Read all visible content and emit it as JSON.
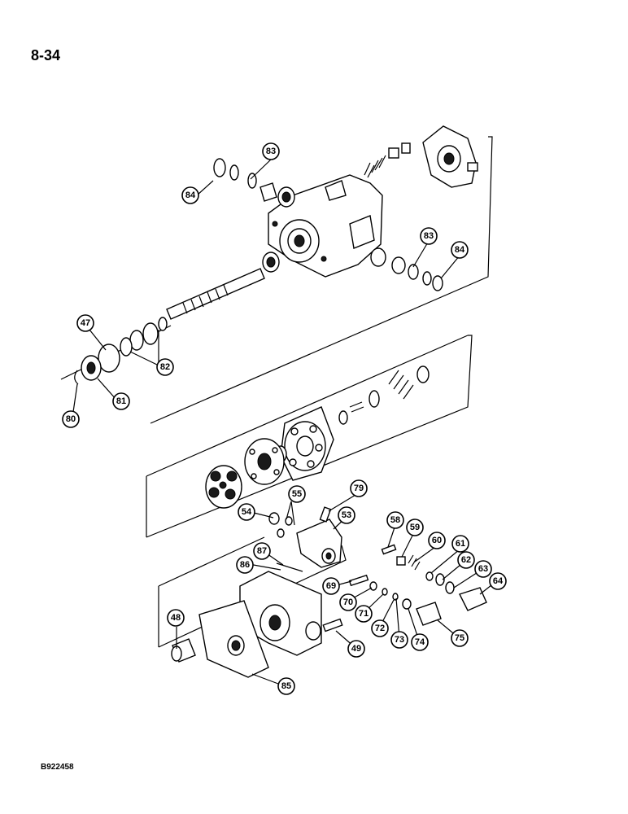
{
  "page": {
    "number": "8-34",
    "figure_code": "B922458"
  },
  "callouts": {
    "c83a": "83",
    "c84a": "84",
    "c83b": "83",
    "c84b": "84",
    "c47": "47",
    "c82": "82",
    "c81": "81",
    "c80": "80",
    "c55": "55",
    "c79": "79",
    "c54": "54",
    "c53": "53",
    "c58": "58",
    "c59": "59",
    "c60": "60",
    "c61": "61",
    "c62": "62",
    "c63": "63",
    "c64": "64",
    "c87": "87",
    "c86": "86",
    "c69": "69",
    "c70": "70",
    "c71": "71",
    "c72": "72",
    "c73": "73",
    "c74": "74",
    "c75": "75",
    "c48": "48",
    "c49": "49",
    "c85": "85"
  }
}
